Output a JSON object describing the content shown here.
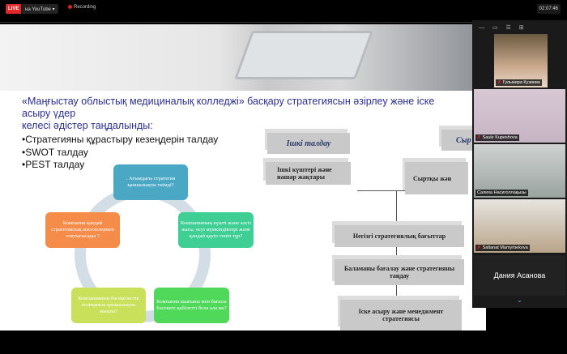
{
  "topbar": {
    "live": "LIVE",
    "stream": "на YouTube",
    "stream_caret": "▾",
    "recording": "Recording",
    "time": "02:07:46"
  },
  "slide": {
    "title_line1": "«Маңғыстау облыстық медициналық колледжі» басқару стратегиясын әзірлеу және іске асыру үдер",
    "title_line2": "келесі әдістер таңдалынды:",
    "bullets": [
      "•Стратегияны құрастыру кезеңдерін талдау",
      "•SWOT талдау",
      "•PEST талдау"
    ],
    "cycle": [
      {
        "text": ". Ағымдағы стратегия қаншалықты тиімді?",
        "color": "#4ba8c4"
      },
      {
        "text": "Компанияның күшті және әлсіз жағы, өсуі мүмкіндіктері және қандай қауіп төніп тұр?",
        "color": "#3fcf95"
      },
      {
        "text": "Компания шығыны мен бағасы бәсекеге қабілетті бола ала ма?",
        "color": "#4fd85a"
      },
      {
        "text": "Компанияның бәсекелестік позициясы қаншалықты мықты?",
        "color": "#c8e05a"
      },
      {
        "text": "Компания қандай стратегиялық мәселелермен соқтығысады ?",
        "color": "#f58c4a"
      }
    ],
    "flow": {
      "internal": "Ішкі талдау",
      "external": "Сыр",
      "internal_sub": "Ішкі күштері және нашар жақтары",
      "external_sub": "Сыртқы жән",
      "step1": "Негізгі стратегиялық бағыттар",
      "step2": "Баламаны бағалау және стратегияны таңдау",
      "step3": "Іске асыру және менеджмент стратегиясы"
    }
  },
  "participants": [
    {
      "name": "Гульмира Кузиева"
    },
    {
      "name": "Saule Kupeshova"
    },
    {
      "name": "Салиха Насиголлақызы"
    },
    {
      "name": "Saltanat Mamyrbekova"
    },
    {
      "name": "Дания Асанова"
    }
  ],
  "panel": {
    "view_icons": "— ▭ ☰ ⊞",
    "expand": "⌄"
  }
}
